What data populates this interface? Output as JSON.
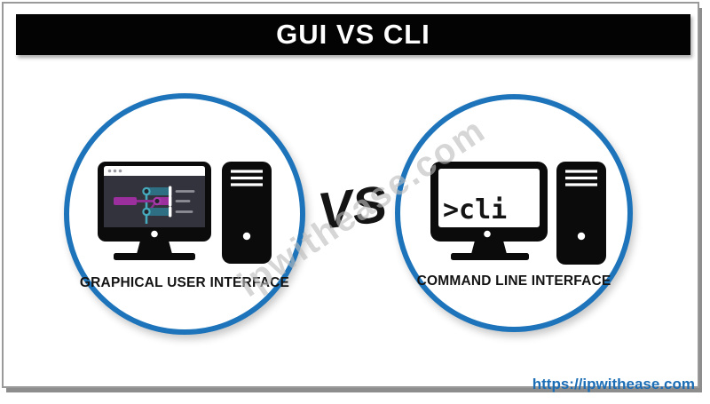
{
  "header": {
    "title": "GUI VS CLI"
  },
  "comparison": {
    "vs_label": "VS",
    "left": {
      "label": "GRAPHICAL USER INTERFACE",
      "icon": "gui-computer-icon"
    },
    "right": {
      "label": "COMMAND LINE INTERFACE",
      "icon": "cli-computer-icon",
      "screen_text": ">cli"
    }
  },
  "watermark": {
    "text": "ipwithease.com"
  },
  "footer": {
    "url": "https://ipwithease.com"
  },
  "colors": {
    "circle_border": "#1e74ba",
    "header_bg": "#030303",
    "url_blue": "#1b6db6",
    "screen_dark": "#33333d",
    "flow_teal": "#2f6f83",
    "flow_purple": "#9b2f9e"
  }
}
